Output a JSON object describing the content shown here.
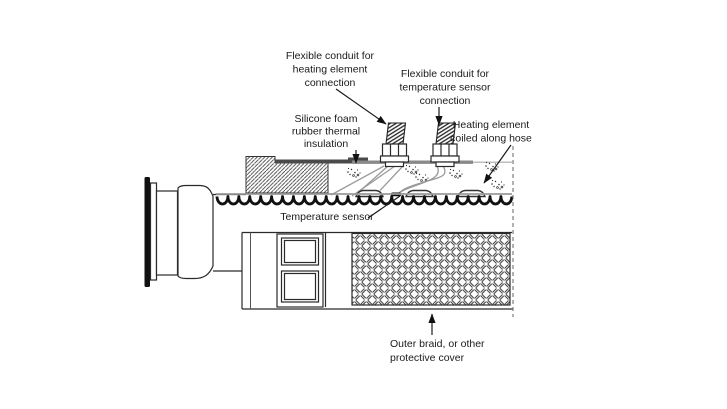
{
  "diagram": {
    "type": "technical-cutaway",
    "subject": "Heated hose assembly cross-section",
    "labels": {
      "conduit_heating": {
        "line1": "Flexible conduit for",
        "line2": "heating element",
        "line3": "connection"
      },
      "conduit_sensor": {
        "line1": "Flexible conduit for",
        "line2": "temperature sensor",
        "line3": "connection"
      },
      "insulation": {
        "line1": "Silicone foam",
        "line2": "rubber thermal",
        "line3": "insulation"
      },
      "heating_element": {
        "line1": "Heating element",
        "line2": "coiled along hose"
      },
      "temperature_sensor": {
        "label": "Temperature sensor"
      },
      "outer_braid": {
        "line1": "Outer braid, or other",
        "line2": "protective cover"
      }
    },
    "colors": {
      "background": "#ffffff",
      "line": "#2a2a2a",
      "jacket_cap": "#4a4a4a",
      "jacket_band": "#8a8a8a",
      "wire": "#9a9a9a",
      "text": "#1a1a1a"
    }
  }
}
